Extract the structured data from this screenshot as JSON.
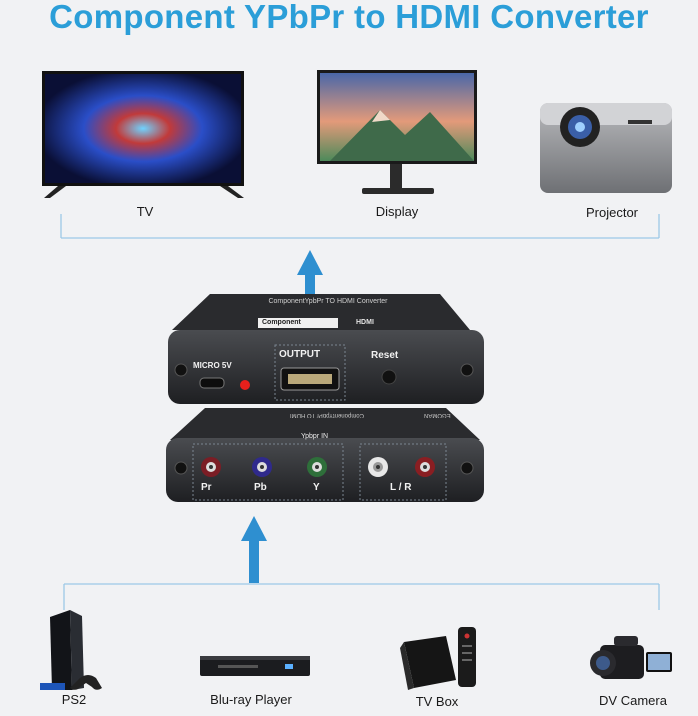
{
  "title": "Component YPbPr to HDMI Converter",
  "outputs": [
    {
      "label": "TV",
      "icon": "tv-icon"
    },
    {
      "label": "Display",
      "icon": "monitor-icon"
    },
    {
      "label": "Projector",
      "icon": "projector-icon"
    }
  ],
  "device_top": {
    "face_text": "ComponentYpbPr TO HDMI Converter",
    "arrow_from": "Component",
    "arrow_to": "HDMI",
    "micro_label": "MICRO 5V",
    "output_label": "OUTPUT",
    "reset_label": "Reset"
  },
  "device_bottom": {
    "face_text": "ComponentYpbPr TO HDMI",
    "brand": "EGOMAN",
    "in_label": "Ypbpr IN",
    "ports": [
      "Pr",
      "Pb",
      "Y"
    ],
    "audio_label": "L / R"
  },
  "inputs": [
    {
      "label": "PS2",
      "icon": "ps2-console-icon"
    },
    {
      "label": "Blu-ray Player",
      "icon": "bluray-player-icon"
    },
    {
      "label": "TV Box",
      "icon": "tv-box-icon"
    },
    {
      "label": "DV Camera",
      "icon": "camcorder-icon"
    }
  ],
  "colors": {
    "title": "#2b9ed8",
    "arrow": "#2e8fd0",
    "line": "#9cc8e6",
    "led": "#e8201c"
  }
}
